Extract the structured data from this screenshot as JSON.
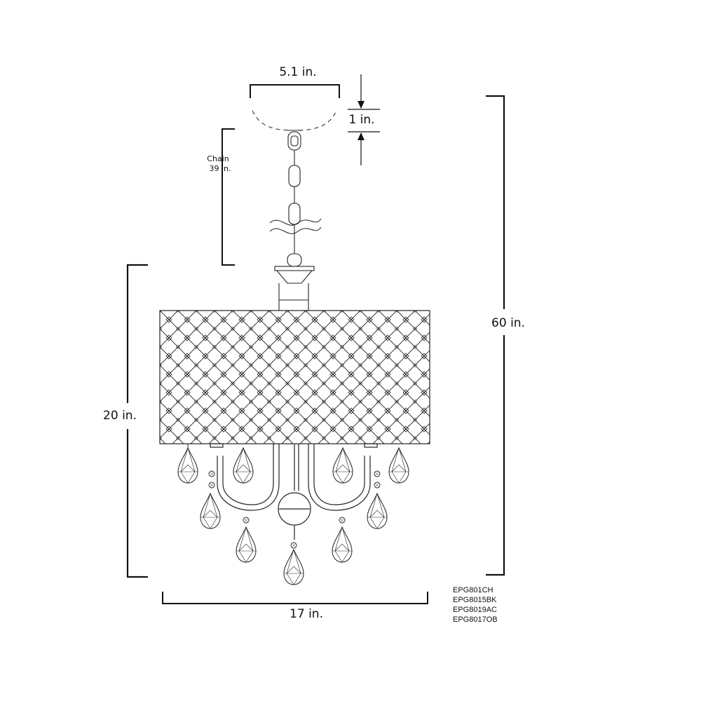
{
  "dimensions": {
    "canopy_width": "5.1 in.",
    "canopy_height": "1 in.",
    "chain_label": "Chain",
    "chain_length": "39 in.",
    "overall_height": "60 in.",
    "fixture_height": "20 in.",
    "fixture_width": "17 in."
  },
  "models": [
    "EPG801CH",
    "EPG8015BK",
    "EPG8019AC",
    "EPG8017OB"
  ],
  "colors": {
    "line": "#111111",
    "background": "#ffffff"
  }
}
